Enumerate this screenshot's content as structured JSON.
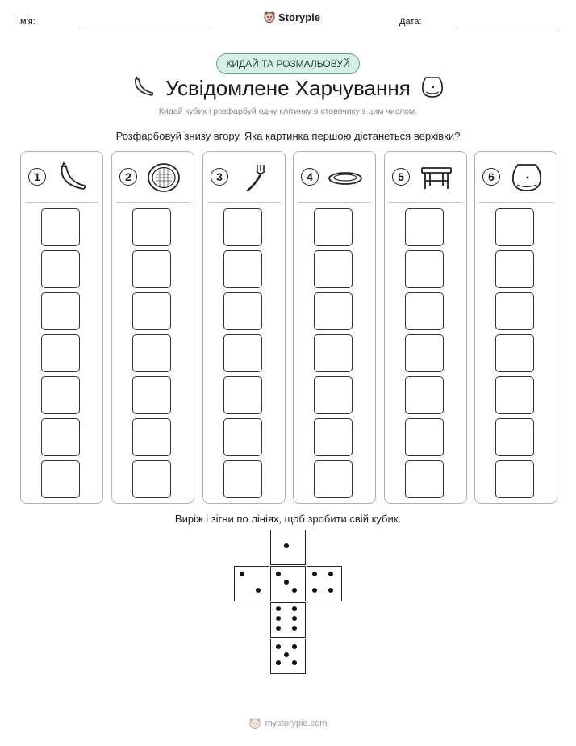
{
  "header": {
    "name_label": "Ім'я:",
    "date_label": "Дата:",
    "logo_text": "Storypie"
  },
  "badge": "КИДАЙ ТА РОЗМАЛЬОВУЙ",
  "title": "Усвідомлене Харчування",
  "subtitle": "Кидай кубик і розфарбуй одну клітинку в стовпчику з цим числом.",
  "instruction": "Розфарбовуй знизу вгору. Яка картинка першою дістанеться верхівки?",
  "columns": [
    {
      "number": "1",
      "icon": "banana-icon"
    },
    {
      "number": "2",
      "icon": "pie-icon"
    },
    {
      "number": "3",
      "icon": "fork-icon"
    },
    {
      "number": "4",
      "icon": "plate-icon"
    },
    {
      "number": "5",
      "icon": "stool-icon"
    },
    {
      "number": "6",
      "icon": "tummy-icon"
    }
  ],
  "cells_per_column": 7,
  "cut_instruction": "Виріж і зігни по лініях, щоб зробити свій кубик.",
  "dice_faces": [
    1,
    2,
    3,
    4,
    6,
    5
  ],
  "footer": "mystorypie.com"
}
